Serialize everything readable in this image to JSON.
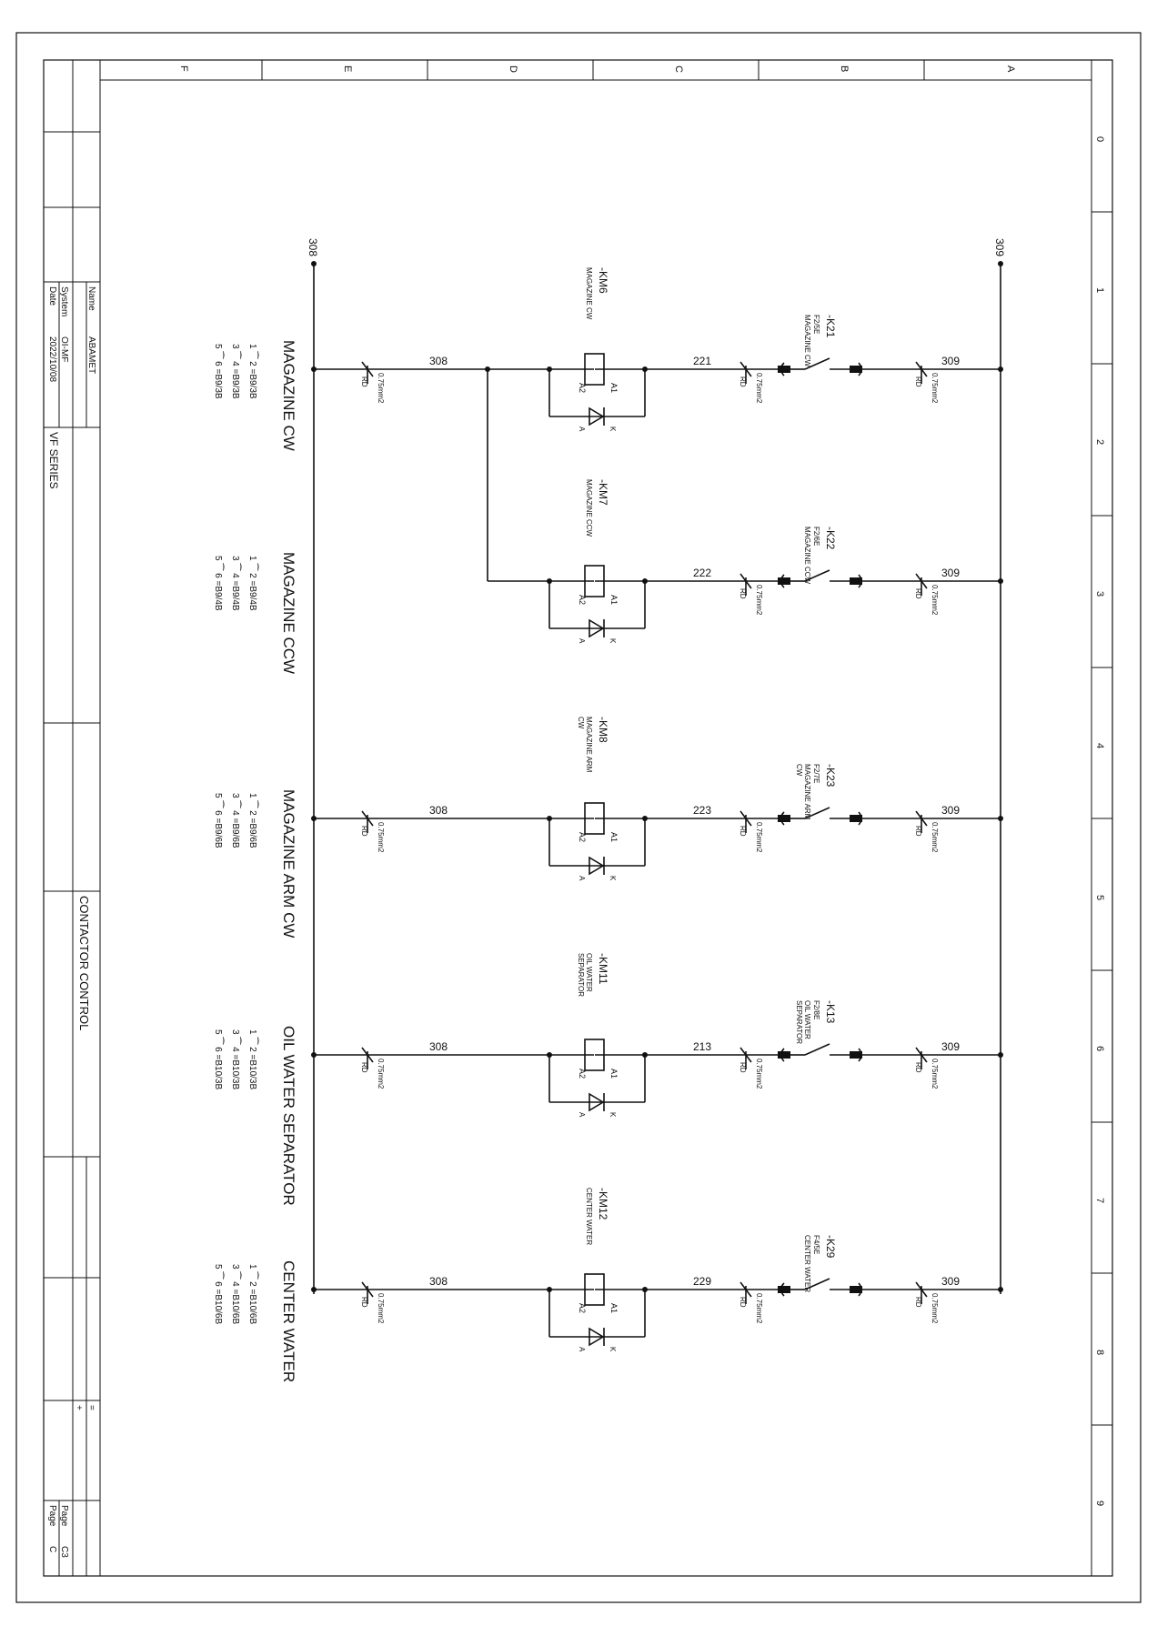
{
  "title_block": {
    "name_label": "Name",
    "name_value": "ABAMET",
    "system_label": "System",
    "system_value": "OI-MF",
    "date_label": "Date",
    "date_value": "2022/10/08",
    "series": "VF SERIES",
    "sheet_title": "CONTACTOR CONTROL",
    "page_label_1": "Page",
    "page_value_1": "C3",
    "page_label_2": "Page",
    "page_value_2": "C",
    "equal_sign": "=",
    "plus_sign": "+"
  },
  "border": {
    "letters": [
      "F",
      "E",
      "D",
      "C",
      "B",
      "A"
    ],
    "numbers": [
      "0",
      "1",
      "2",
      "3",
      "4",
      "5",
      "6",
      "7",
      "8",
      "9"
    ]
  },
  "potentials": {
    "left": "308",
    "right": "309"
  },
  "wire_spec": "0.75mm2",
  "wire_color": "RD",
  "terminals": {
    "a1": "A1",
    "a2": "A2",
    "diode_a": "A",
    "diode_k": "K"
  },
  "rungs": [
    {
      "title": "MAGAZINE CW",
      "left_wire": "308",
      "mid_wire": "221",
      "right_wire": "309",
      "coil_tag": "-KM6",
      "coil_desc": [
        "MAGAZINE CW"
      ],
      "contact_tag": "-K21",
      "contact_ref": "F2/5E",
      "contact_desc": [
        "MAGAZINE CW"
      ],
      "contacts": [
        "1 ⁀ 2 =B9/3B",
        "3 ⁀ 4 =B9/3B",
        "5 ⁀ 6 =B9/3B"
      ]
    },
    {
      "title": "MAGAZINE CCW",
      "left_wire": "",
      "mid_wire": "222",
      "right_wire": "309",
      "coil_tag": "-KM7",
      "coil_desc": [
        "MAGAZINE CCW"
      ],
      "contact_tag": "-K22",
      "contact_ref": "F2/6E",
      "contact_desc": [
        "MAGAZINE CCW"
      ],
      "contacts": [
        "1 ⁀ 2 =B9/4B",
        "3 ⁀ 4 =B9/4B",
        "5 ⁀ 6 =B9/4B"
      ]
    },
    {
      "title": "MAGAZINE ARM CW",
      "left_wire": "308",
      "mid_wire": "223",
      "right_wire": "309",
      "coil_tag": "-KM8",
      "coil_desc": [
        "MAGAZINE ARM",
        "CW"
      ],
      "contact_tag": "-K23",
      "contact_ref": "F2/7E",
      "contact_desc": [
        "MAGAZINE ARM",
        "CW"
      ],
      "contacts": [
        "1 ⁀ 2 =B9/6B",
        "3 ⁀ 4 =B9/6B",
        "5 ⁀ 6 =B9/6B"
      ]
    },
    {
      "title": "OIL WATER SEPARATOR",
      "left_wire": "308",
      "mid_wire": "213",
      "right_wire": "309",
      "coil_tag": "-KM11",
      "coil_desc": [
        "OIL WATER",
        "SEPARATOR"
      ],
      "contact_tag": "-K13",
      "contact_ref": "F2/8E",
      "contact_desc": [
        "OIL WATER",
        "SEPARATOR"
      ],
      "contacts": [
        "1 ⁀ 2 =B10/3B",
        "3 ⁀ 4 =B10/3B",
        "5 ⁀ 6 =B10/3B"
      ]
    },
    {
      "title": "CENTER WATER",
      "left_wire": "308",
      "mid_wire": "229",
      "right_wire": "309",
      "coil_tag": "-KM12",
      "coil_desc": [
        "CENTER WATER"
      ],
      "contact_tag": "-K29",
      "contact_ref": "F4/5E",
      "contact_desc": [
        "CENTER WATER"
      ],
      "contacts": [
        "1 ⁀ 2 =B10/6B",
        "3 ⁀ 4 =B10/6B",
        "5 ⁀ 6 =B10/6B"
      ]
    }
  ]
}
